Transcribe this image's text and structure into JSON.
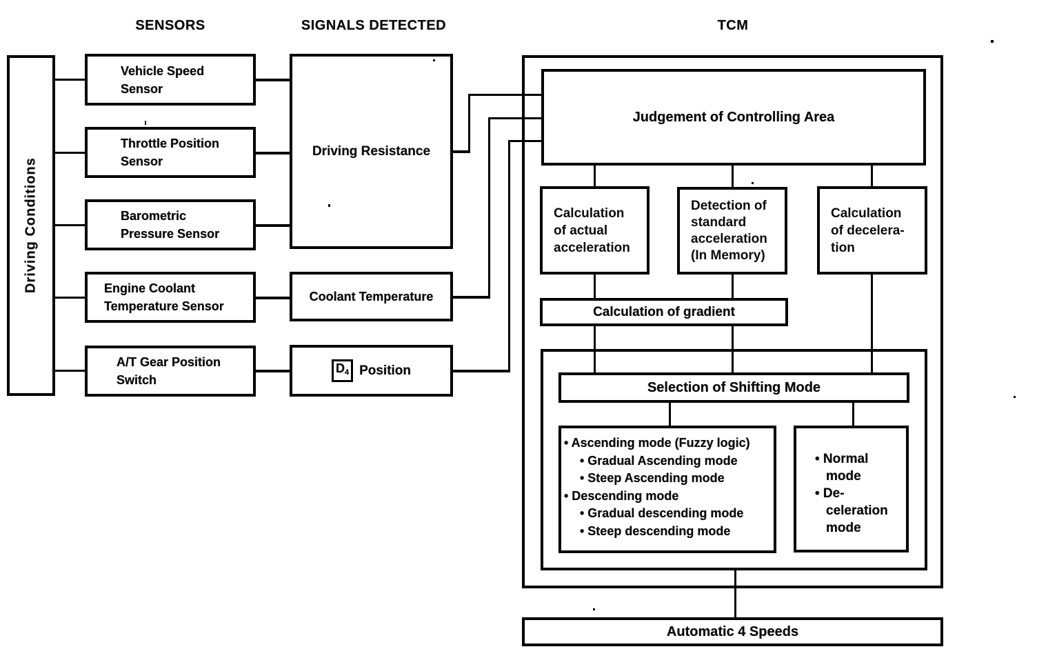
{
  "headers": {
    "sensors": "SENSORS",
    "signals_detected": "SIGNALS DETECTED",
    "tcm": "TCM"
  },
  "left_rail": {
    "label": "Driving Conditions"
  },
  "sensors": [
    {
      "lines": [
        "Vehicle Speed",
        "Sensor"
      ]
    },
    {
      "lines": [
        "Throttle Position",
        "Sensor"
      ]
    },
    {
      "lines": [
        "Barometric",
        "Pressure Sensor"
      ]
    },
    {
      "lines": [
        "Engine Coolant",
        "Temperature Sensor"
      ]
    },
    {
      "lines": [
        "A/T Gear Position",
        "Switch"
      ]
    }
  ],
  "signals": {
    "driving_resistance": "Driving Resistance",
    "coolant_temperature": "Coolant Temperature",
    "d4_symbol": "D",
    "d4_subscript": "4",
    "d4_label": "Position"
  },
  "tcm": {
    "judgement": "Judgement of Controlling Area",
    "calc_actual": {
      "lines": [
        "Calculation",
        "of actual",
        "acceleration"
      ]
    },
    "detection": {
      "lines": [
        "Detection of",
        "standard",
        "acceleration",
        "(In Memory)"
      ]
    },
    "calc_decel": {
      "lines": [
        "Calculation",
        "of decelera-",
        "tion"
      ]
    },
    "gradient": "Calculation of gradient",
    "selection": "Selection of Shifting Mode",
    "fuzzy_modes": {
      "lines": [
        "• Ascending mode (Fuzzy logic)",
        "• Gradual Ascending mode",
        "• Steep Ascending mode",
        "• Descending mode",
        "• Gradual descending mode",
        "• Steep descending mode"
      ]
    },
    "other_modes": {
      "lines": [
        "• Normal",
        "mode",
        "• De-",
        "celeration",
        "mode"
      ]
    }
  },
  "output": {
    "label": "Automatic 4 Speeds"
  }
}
